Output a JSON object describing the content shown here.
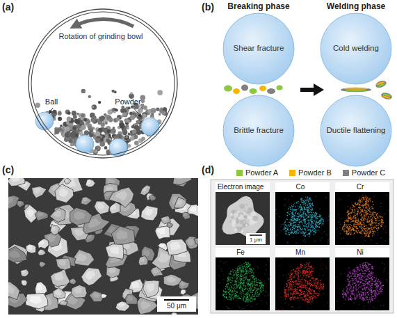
{
  "diagram": {
    "nodes": [
      {
        "text": [
          "Rotation of grinding bowl"
        ]
      },
      {
        "text": [
          "Shear fracture"
        ]
      },
      {
        "text": [
          "Brittle fracture"
        ]
      },
      {
        "text": [
          "Cold welding"
        ]
      },
      {
        "text": [
          "Ductile flattening"
        ]
      },
      {
        "text": [
          "Electron image"
        ]
      },
      {
        "text": [
          "Co"
        ]
      },
      {
        "text": [
          "Cr"
        ]
      },
      {
        "text": [
          "Fe"
        ]
      },
      {
        "text": [
          "Mn"
        ]
      },
      {
        "text": [
          "Ni"
        ]
      }
    ],
    "labels": [
      "(a)",
      "Ball",
      "Powder",
      "(b)",
      "Breaking phase",
      "Welding phase",
      "(c)",
      "50 μm",
      "(d)",
      "1 μm"
    ],
    "legend": [
      {
        "text": "Powder A",
        "color": "#8dc63f"
      },
      {
        "text": "Powder B",
        "color": "#f7b500"
      },
      {
        "text": "Powder C",
        "color": "#808080"
      }
    ]
  }
}
